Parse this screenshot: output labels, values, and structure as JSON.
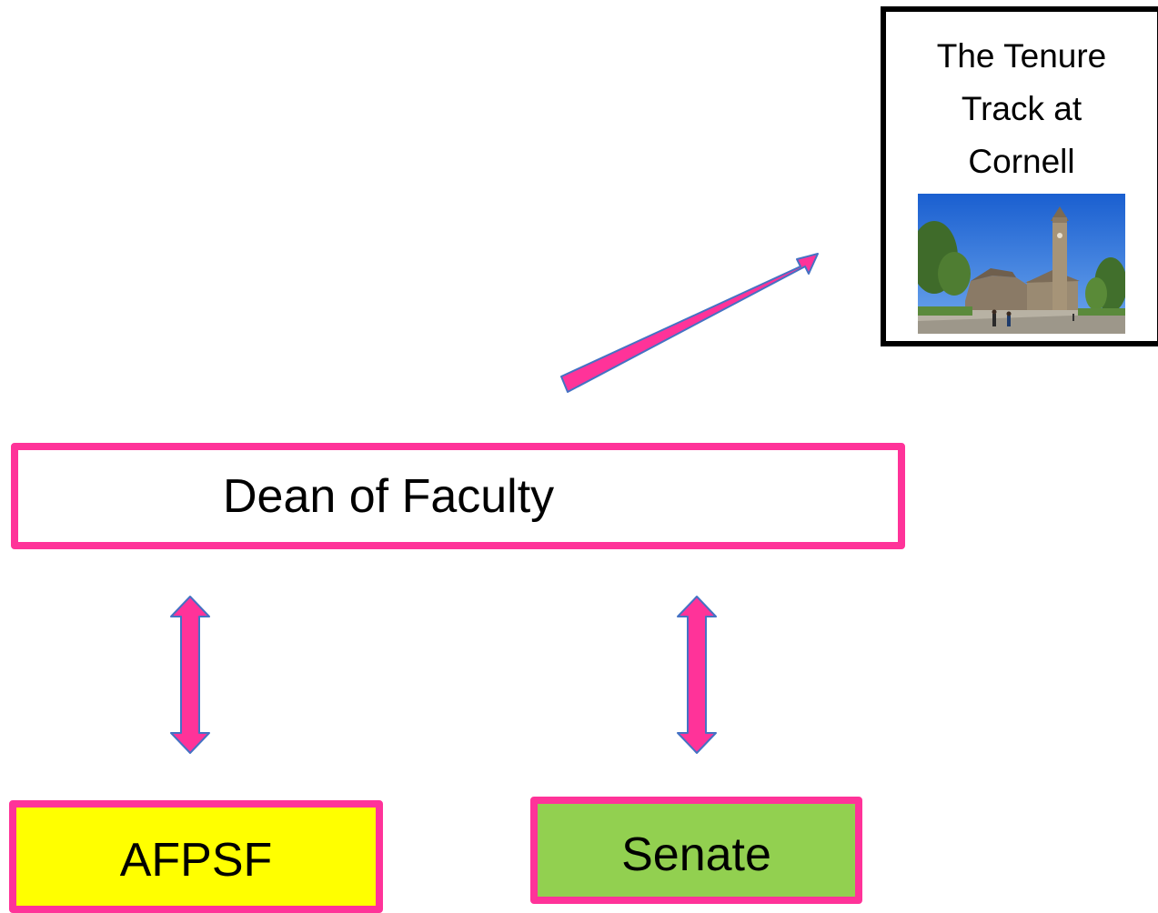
{
  "nodes": {
    "dean": {
      "label": "Dean of Faculty"
    },
    "afpsf": {
      "label": "AFPSF"
    },
    "senate": {
      "label": "Senate"
    },
    "tenure": {
      "title": "The Tenure Track at Cornell",
      "image": "cornell-campus-clocktower-photo"
    }
  },
  "colors": {
    "border_accent": "#ff3399",
    "arrow_fill": "#ff3399",
    "arrow_outline": "#4472c4",
    "afpsf_fill": "#ffff00",
    "senate_fill": "#92d050",
    "tenure_border": "#000000"
  },
  "edges": [
    {
      "from": "dean",
      "to": "tenure",
      "kind": "single-arrow"
    },
    {
      "from": "dean",
      "to": "afpsf",
      "kind": "double-arrow"
    },
    {
      "from": "dean",
      "to": "senate",
      "kind": "double-arrow"
    }
  ]
}
